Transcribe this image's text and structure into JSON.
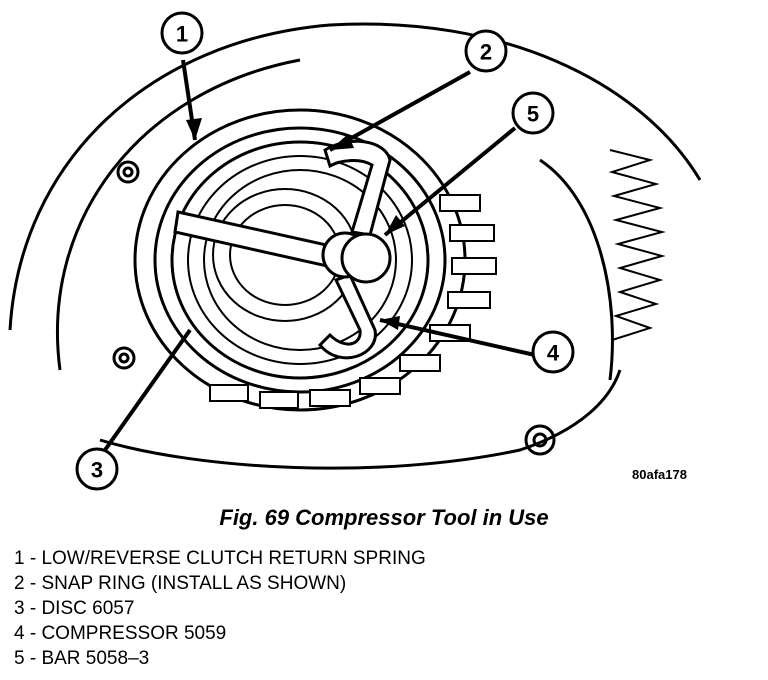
{
  "figure": {
    "code": "80afa178",
    "caption": "Fig. 69 Compressor Tool in Use"
  },
  "callouts": [
    {
      "number": "1",
      "label": "LOW/REVERSE CLUTCH RETURN SPRING"
    },
    {
      "number": "2",
      "label": "SNAP RING (INSTALL AS SHOWN)"
    },
    {
      "number": "3",
      "label": "DISC 6057"
    },
    {
      "number": "4",
      "label": "COMPRESSOR 5059"
    },
    {
      "number": "5",
      "label": "BAR 5058–3"
    }
  ],
  "legend": [
    "1 - LOW/REVERSE CLUTCH RETURN SPRING",
    "2 - SNAP RING (INSTALL AS SHOWN)",
    "3 - DISC 6057",
    "4 - COMPRESSOR 5059",
    "5 - BAR 5058–3"
  ]
}
